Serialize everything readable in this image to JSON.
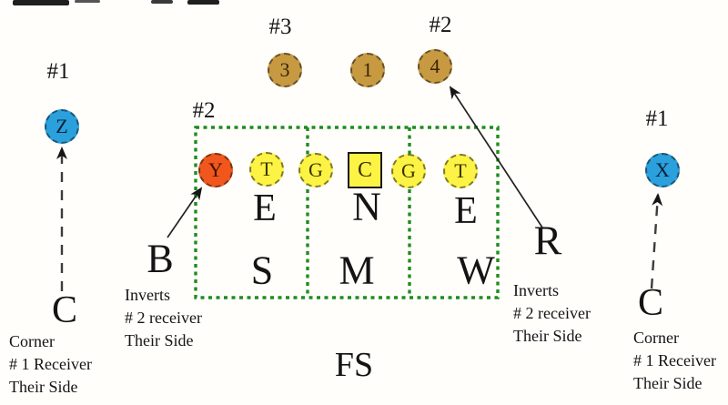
{
  "colors": {
    "blue": "#2aa0dd",
    "orange": "#f1571d",
    "yellow": "#fdf345",
    "brown": "#c79a42",
    "green": "#1f8c1f",
    "ink": "#181818"
  },
  "hash_labels": {
    "left_receiver": "#1",
    "tight_end": "#2",
    "backfield_left": "#3",
    "backfield_right": "#2",
    "right_receiver": "#1"
  },
  "offense": {
    "receiver_left": "Z",
    "tight_end": "Y",
    "line": [
      "T",
      "G",
      "C",
      "G",
      "T"
    ],
    "backs": [
      "3",
      "1",
      "4"
    ],
    "receiver_right": "X"
  },
  "defense": {
    "line": [
      "E",
      "N",
      "E"
    ],
    "linebackers": [
      "S",
      "M",
      "W"
    ],
    "overhang_left": "B",
    "overhang_right": "R",
    "corner_left": "C",
    "corner_right": "C",
    "free_safety": "FS"
  },
  "notes": {
    "corner_left": [
      "Corner",
      "# 1 Receiver",
      "Their  Side"
    ],
    "invert_left": [
      "Inverts",
      "# 2 receiver",
      "Their  Side"
    ],
    "invert_right": [
      "Inverts",
      "# 2 receiver",
      "Their  Side"
    ],
    "corner_right": [
      "Corner",
      "# 1 Receiver",
      "Their  Side"
    ]
  }
}
